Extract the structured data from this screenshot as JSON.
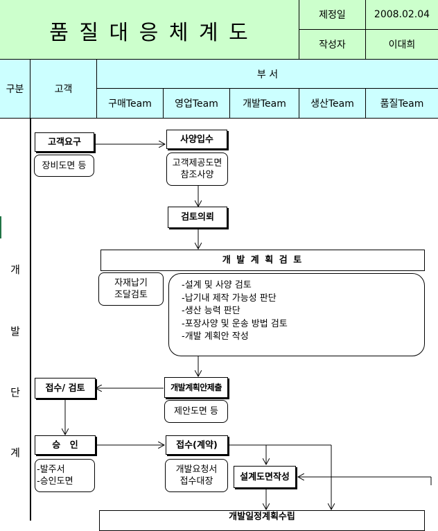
{
  "header": {
    "title": "품 질 대 응 체 계 도",
    "fields": [
      {
        "label": "제정일",
        "value": "2008.02.04"
      },
      {
        "label": "작성자",
        "value": "이대희"
      }
    ]
  },
  "columns": {
    "category": "구분",
    "customer": "고객",
    "dept_group": "부 서",
    "teams": [
      "구매Team",
      "영업Team",
      "개발Team",
      "생산Team",
      "품질Team"
    ]
  },
  "phase": {
    "chars": [
      "개",
      "발",
      "단",
      "계"
    ]
  },
  "flow": {
    "customer_request": "고객요구",
    "customer_request_note": "장비도면 등",
    "spec_receipt": "사양입수",
    "spec_note_line1": "고객제공도면",
    "spec_note_line2": "참조사양",
    "review_request": "검토의뢰",
    "dev_plan_review": "개 발 계 획 검 토",
    "material_line1": "자재납기",
    "material_line2": "조달검토",
    "review_items": [
      "-설계 및 사양 검토",
      "-납기내 제작 가능성 판단",
      "-생산 능력 판단",
      "-포장사양 및 운송 방법 검토",
      "-개발 계획안 작성"
    ],
    "plan_submit": "개발계획안제출",
    "plan_submit_note": "제안도면 등",
    "receipt_review": "접수/ 검토",
    "approval": "승   인",
    "approval_notes": [
      "-발주서",
      "-승인도면"
    ],
    "contract": "접수(계약)",
    "contract_note_line1": "개발요청서",
    "contract_note_line2": "접수대장",
    "design_drawing": "설계도면작성",
    "bottom_cut": "개발일정계획수립"
  }
}
